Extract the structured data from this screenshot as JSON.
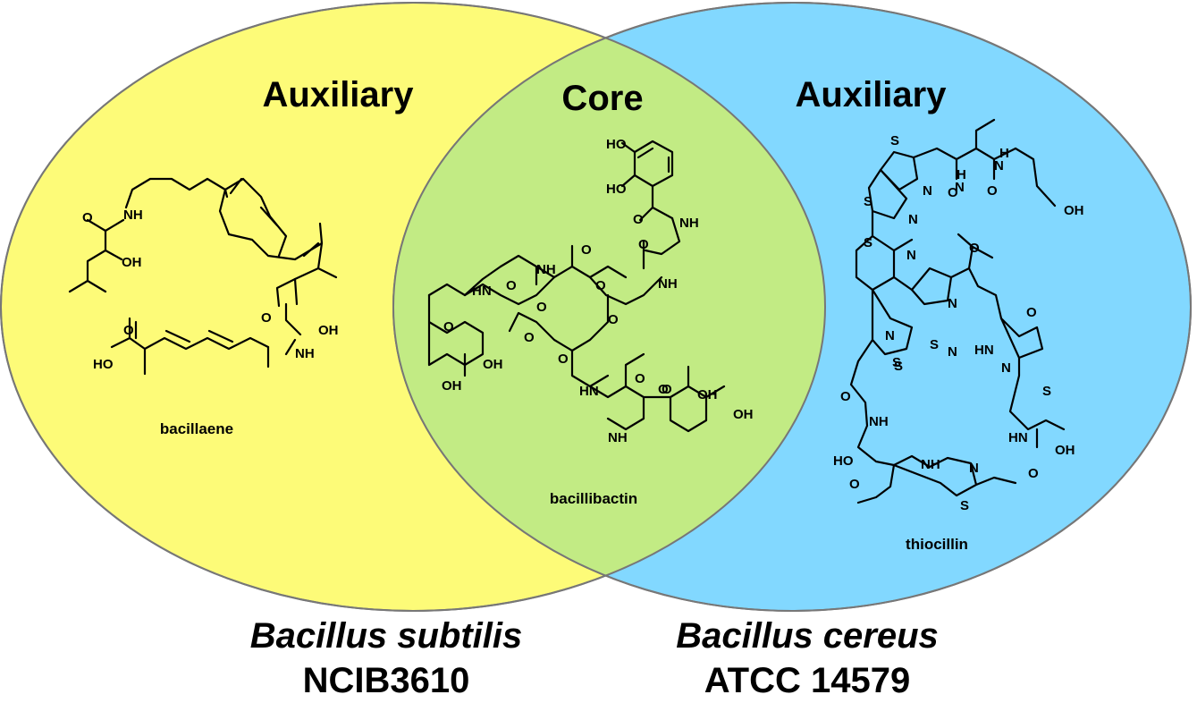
{
  "regions": {
    "left": {
      "title": "Auxiliary",
      "fill": "#fdfb78",
      "compound": "bacillaene"
    },
    "core": {
      "title": "Core",
      "fill": "#c2eb84",
      "compound": "bacillibactin"
    },
    "right": {
      "title": "Auxiliary",
      "fill": "#82d8ff",
      "compound": "thiocillin"
    }
  },
  "organisms": {
    "left": {
      "species": "Bacillus subtilis",
      "strain": "NCIB3610"
    },
    "right": {
      "species": "Bacillus cereus",
      "strain": "ATCC 14579"
    }
  },
  "outline_color": "#777777",
  "atom_labels": {
    "bacillaene": [
      "NH",
      "O",
      "OH",
      "OH",
      "O",
      "HO",
      "O",
      "NH"
    ],
    "bacillibactin": [
      "HO",
      "HO",
      "O",
      "NH",
      "O",
      "NH",
      "O",
      "O",
      "O",
      "NH",
      "O",
      "HN",
      "O",
      "O",
      "O",
      "O",
      "OH",
      "OH",
      "O",
      "HN",
      "O",
      "OH",
      "OH",
      "NH",
      "O"
    ],
    "thiocillin": [
      "S",
      "N",
      "O",
      "H",
      "N",
      "O",
      "H",
      "N",
      "OH",
      "S",
      "N",
      "N",
      "O",
      "N",
      "S",
      "N",
      "S",
      "HN",
      "O",
      "N",
      "S",
      "N",
      "S",
      "O",
      "NH",
      "HN",
      "OH",
      "HO",
      "O",
      "NH",
      "N",
      "S",
      "O"
    ]
  }
}
